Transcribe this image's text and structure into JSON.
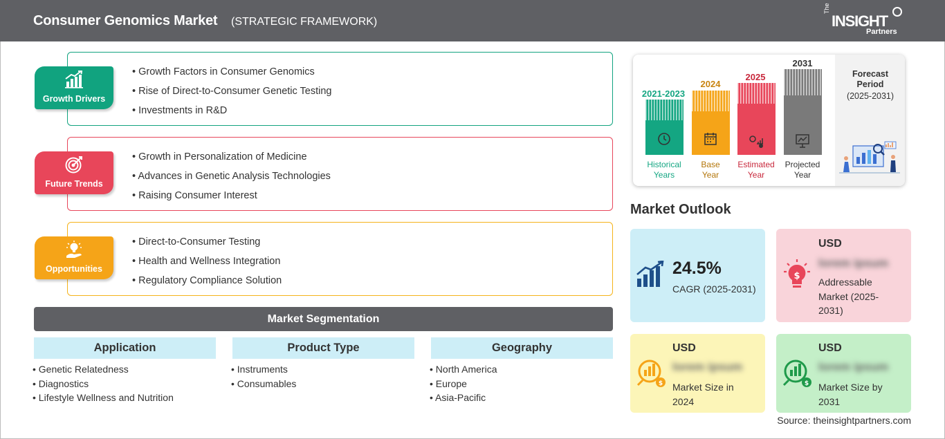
{
  "header": {
    "title": "Consumer Genomics Market",
    "subtitle": "(STRATEGIC FRAMEWORK)",
    "logo_the": "The",
    "logo_main": "INSIGHT",
    "logo_sub": "Partners"
  },
  "drivers": [
    {
      "label": "Growth Drivers",
      "color": "#11a37f",
      "icon": "growth-chart-icon",
      "items": [
        "Growth Factors in Consumer Genomics",
        "Rise of Direct-to-Consumer Genetic Testing",
        "Investments in R&D"
      ]
    },
    {
      "label": "Future Trends",
      "color": "#e8465a",
      "icon": "target-icon",
      "items": [
        "Growth in Personalization of Medicine",
        "Advances in Genetic Analysis Technologies",
        "Raising Consumer Interest"
      ]
    },
    {
      "label": "Opportunities",
      "color": "#f5a418",
      "icon": "lightbulb-hand-icon",
      "items": [
        "Direct-to-Consumer Testing",
        "Health and Wellness Integration",
        "Regulatory Compliance Solution"
      ]
    }
  ],
  "segmentation": {
    "title": "Market Segmentation",
    "columns": [
      {
        "heading": "Application",
        "items": [
          "Genetic Relatedness",
          "Diagnostics",
          "Lifestyle Wellness and Nutrition"
        ]
      },
      {
        "heading": "Product Type",
        "items": [
          "Instruments",
          "Consumables"
        ]
      },
      {
        "heading": "Geography",
        "items": [
          "North America",
          "Europe",
          "Asia-Pacific"
        ]
      }
    ]
  },
  "forecast": {
    "bars": [
      {
        "year": "2021-2023",
        "label1": "Historical",
        "label2": "Years",
        "color": "#14a682",
        "icon": "history-icon"
      },
      {
        "year": "2024",
        "label1": "Base",
        "label2": "Year",
        "color": "#f5a418",
        "icon": "calendar-icon"
      },
      {
        "year": "2025",
        "label1": "Estimated",
        "label2": "Year",
        "color": "#e8465a",
        "icon": "settings-chart-icon"
      },
      {
        "year": "2031",
        "label1": "Projected",
        "label2": "Year",
        "color": "#7a7a7a",
        "icon": "presentation-icon"
      }
    ],
    "period_title_1": "Forecast",
    "period_title_2": "Period",
    "period_range": "(2025-2031)"
  },
  "outlook": {
    "title": "Market Outlook",
    "cagr_value": "24.5%",
    "cagr_label": "CAGR (2025-2031)",
    "addressable": {
      "usd": "USD",
      "value": "lorem ipsum",
      "desc1": "Addressable",
      "desc2": "Market (2025-",
      "desc3": "2031)"
    },
    "size2024": {
      "usd": "USD",
      "value": "lorem ipsum",
      "desc1": "Market Size in",
      "desc2": "2024"
    },
    "size2031": {
      "usd": "USD",
      "value": "lorem ipsum",
      "desc1": "Market Size by",
      "desc2": "2031"
    }
  },
  "source": "Source: theinsightpartners.com"
}
